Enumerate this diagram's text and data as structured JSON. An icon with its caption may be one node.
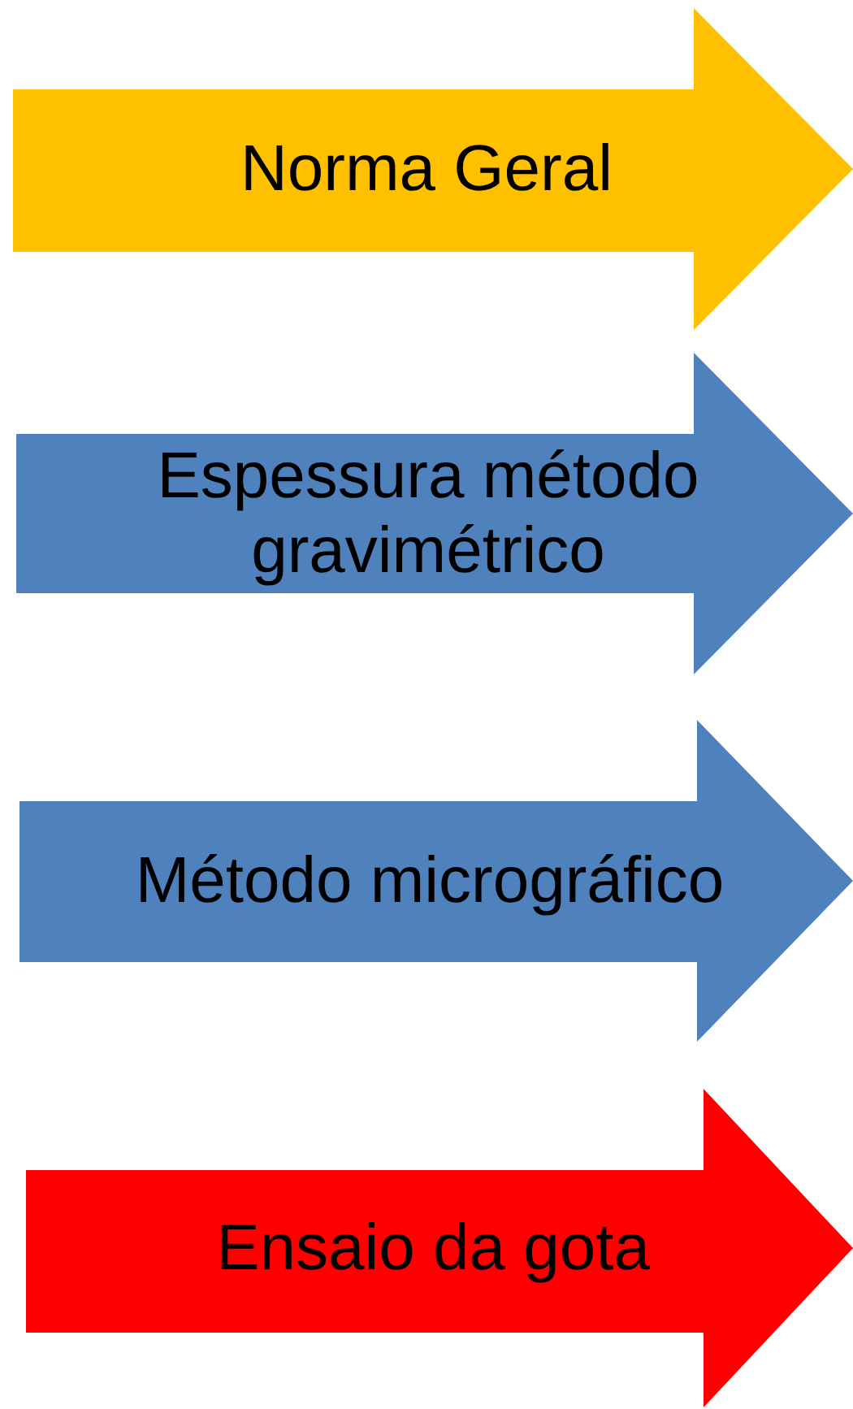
{
  "diagram": {
    "nodes": [
      {
        "text": [
          "Norma Geral"
        ]
      },
      {
        "text": [
          "Espessura método gravimétrico"
        ]
      },
      {
        "text": [
          "Método micrográfico"
        ]
      },
      {
        "text": [
          "Ensaio da gota"
        ]
      }
    ]
  }
}
